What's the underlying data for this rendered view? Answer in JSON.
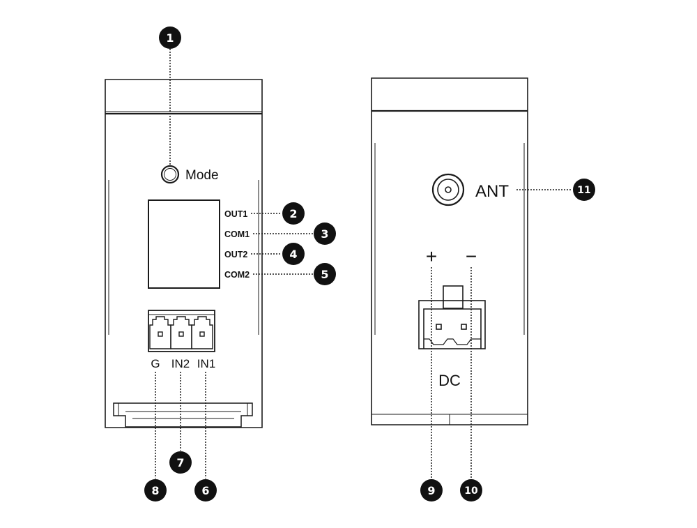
{
  "left_device": {
    "mode_label": "Mode",
    "relay_labels": [
      "OUT1",
      "COM1",
      "OUT2",
      "COM2"
    ],
    "input_labels": [
      "G",
      "IN2",
      "IN1"
    ]
  },
  "right_device": {
    "antenna_label": "ANT",
    "plus_sign": "+",
    "minus_sign": "−",
    "power_label": "DC"
  },
  "callouts": [
    "1",
    "2",
    "3",
    "4",
    "5",
    "6",
    "7",
    "8",
    "9",
    "10",
    "11"
  ],
  "colors": {
    "line": "#1a1a1a",
    "marker": "#111111",
    "marker_text": "#ffffff",
    "background": "#ffffff"
  }
}
